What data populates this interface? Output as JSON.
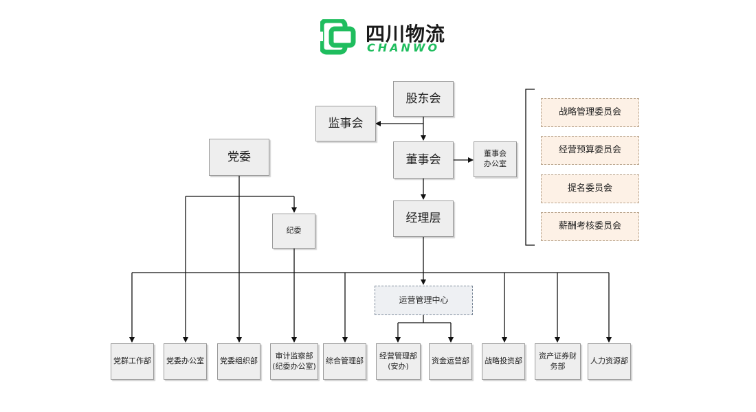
{
  "logo": {
    "name_cn": "四川物流",
    "name_en": "CHANWO",
    "brand_color": "#1fbd5e"
  },
  "org": {
    "shareholders": "股东会",
    "supervisory_board": "监事会",
    "board": "董事会",
    "board_office": "董事会\n办公室",
    "management": "经理层",
    "party_committee": "党委",
    "discipline_committee": "纪委",
    "operations_center": "运营管理中心",
    "committees": [
      "战略管理委员会",
      "经营预算委员会",
      "提名委员会",
      "薪酬考核委员会"
    ],
    "departments": [
      "党群工作部",
      "党委办公室",
      "党委组织部",
      "审计监察部\n(纪委办公室)",
      "综合管理部",
      "经营管理部\n(安办)",
      "资金运营部",
      "战略投资部",
      "资产证券财务部",
      "人力资源部"
    ]
  }
}
